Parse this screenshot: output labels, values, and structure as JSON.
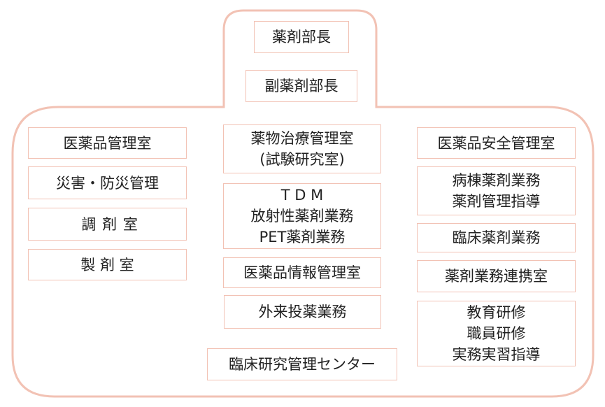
{
  "diagram": {
    "frame_color": "#f2c2b4",
    "boxes": {
      "director": "薬剤部長",
      "deputy_director": "副薬剤部長",
      "drug_management": "医薬品管理室",
      "disaster": "災害・防災管理",
      "dispensing": "調 剤 室",
      "manufacturing": "製 剤 室",
      "drug_therapy": "薬物治療管理室\n(試験研究室)",
      "tdm": "T D M\n放射性薬剤業務\nPET薬剤業務",
      "drug_info": "医薬品情報管理室",
      "outpatient": "外来投薬業務",
      "clinical_research": "臨床研究管理センター",
      "drug_safety": "医薬品安全管理室",
      "ward": "病棟薬剤業務\n薬剤管理指導",
      "clinical_pharmacy": "臨床薬剤業務",
      "liaison": "薬剤業務連携室",
      "education": "教育研修\n職員研修\n実務実習指導"
    }
  }
}
